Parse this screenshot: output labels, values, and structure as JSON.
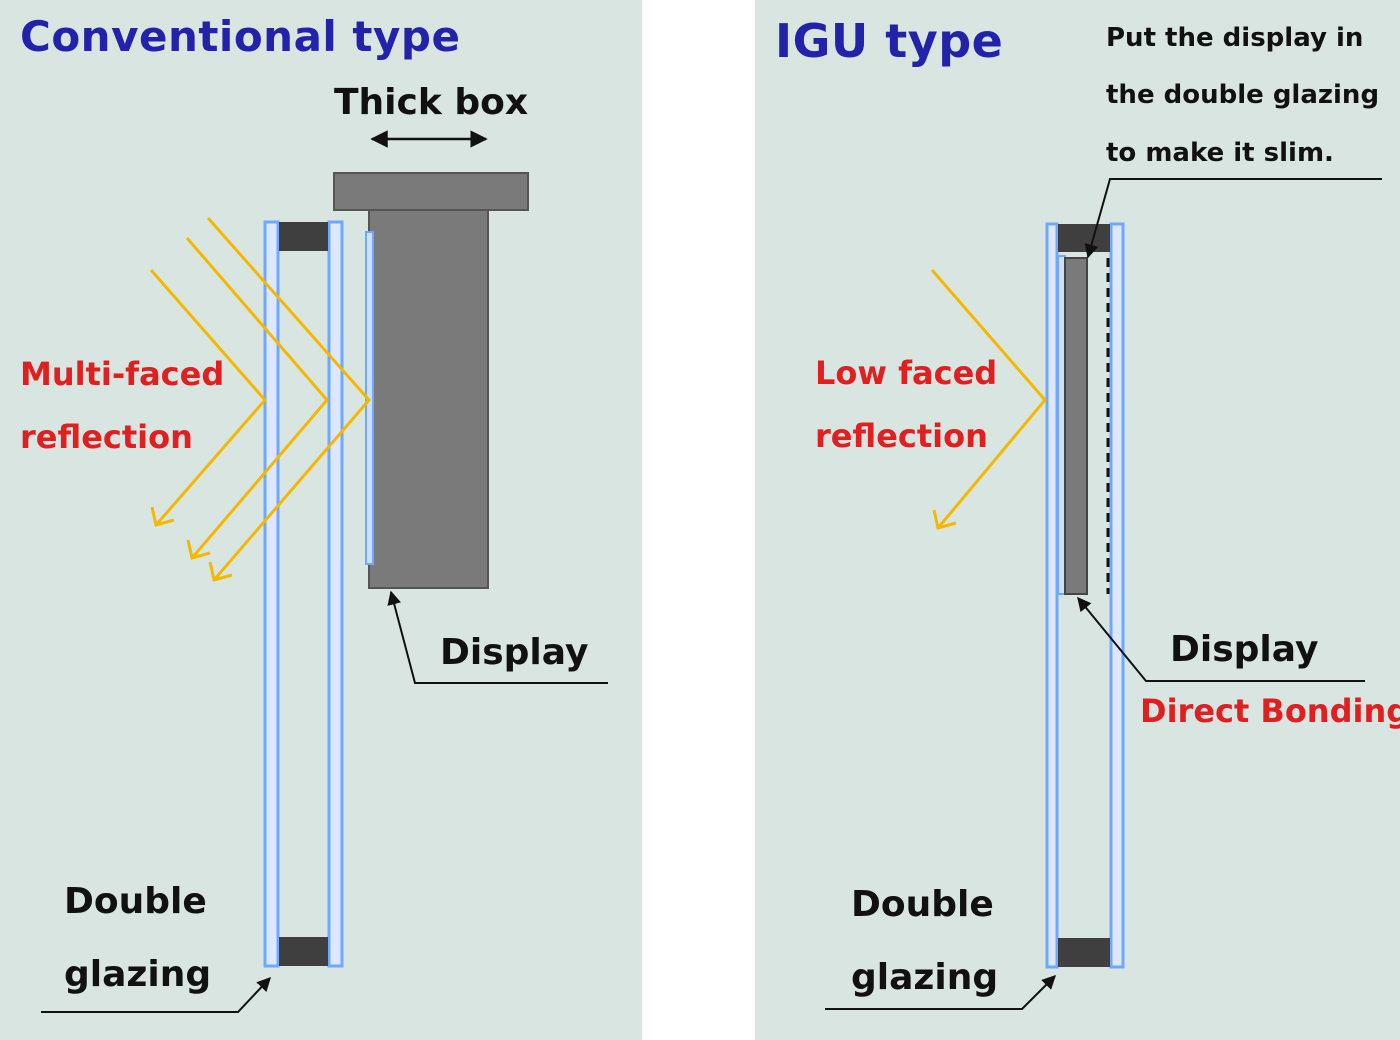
{
  "left_panel": {
    "title": "Conventional type",
    "thick_box_label": "Thick box",
    "reflection_label_line1": "Multi-faced",
    "reflection_label_line2": "reflection",
    "display_label": "Display",
    "glazing_label_line1": "Double",
    "glazing_label_line2": "glazing"
  },
  "right_panel": {
    "title": "IGU type",
    "note_line1": "Put the display in",
    "note_line2": "the double glazing",
    "note_line3": "to make it slim.",
    "reflection_label_line1": "Low faced",
    "reflection_label_line2": "reflection",
    "display_label": "Display",
    "bonding_label": "Direct Bonding",
    "glazing_label_line1": "Double",
    "glazing_label_line2": "glazing"
  },
  "colors": {
    "panel_bg": "#d9e5e0",
    "title": "#2222aa",
    "highlight_red": "#e02020",
    "arrow_yellow": "#f5b800",
    "glass_blue": "#6fa8ff",
    "display_gray": "#7a7a7a",
    "spacer_dark": "#3f3f3f"
  }
}
